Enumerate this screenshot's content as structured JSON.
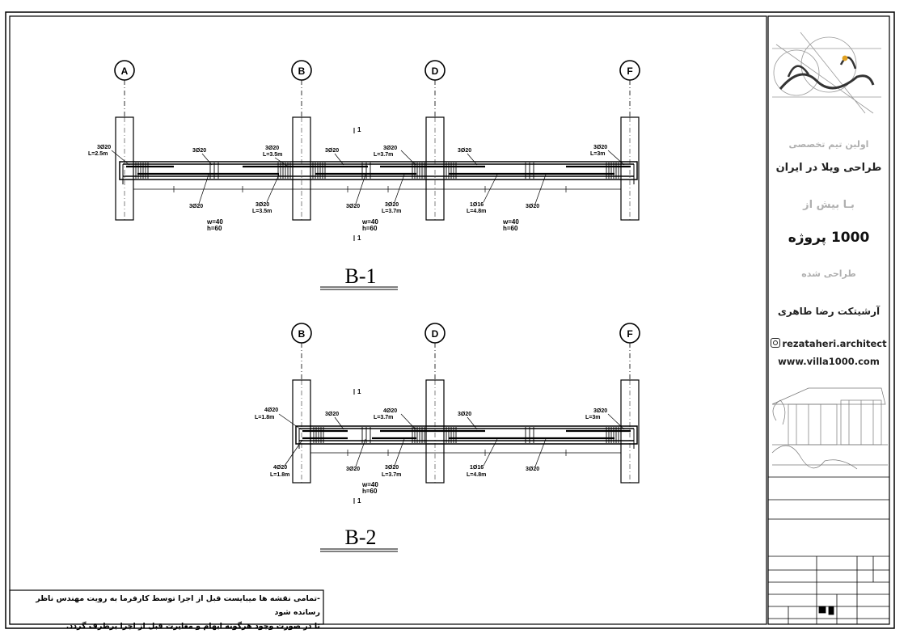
{
  "drawing": {
    "section_1": {
      "title": "B-1",
      "axes": [
        "A",
        "B",
        "D",
        "F"
      ],
      "section_mark": "1",
      "top_bars": [
        {
          "label": "3Ø20",
          "len": "L=2.5m"
        },
        {
          "label": "3Ø20",
          "len": ""
        },
        {
          "label": "3Ø20",
          "len": "L=3.5m"
        },
        {
          "label": "3Ø20",
          "len": ""
        },
        {
          "label": "3Ø20",
          "len": "L=3.7m"
        },
        {
          "label": "3Ø20",
          "len": ""
        },
        {
          "label": "3Ø20",
          "len": "L=3m"
        }
      ],
      "bottom_bars": [
        {
          "label": "3Ø20",
          "len": ""
        },
        {
          "label": "3Ø20",
          "len": "L=3.5m"
        },
        {
          "label": "3Ø20",
          "len": ""
        },
        {
          "label": "3Ø20",
          "len": "L=3.7m"
        },
        {
          "label": "1Ø16",
          "len": "L=4.8m"
        },
        {
          "label": "3Ø20",
          "len": ""
        }
      ],
      "dims": [
        {
          "w": "w=40",
          "h": "h=60"
        },
        {
          "w": "w=40",
          "h": "h=60"
        },
        {
          "w": "w=40",
          "h": "h=60"
        }
      ]
    },
    "section_2": {
      "title": "B-2",
      "axes": [
        "B",
        "D",
        "F"
      ],
      "section_mark": "1",
      "top_bars": [
        {
          "label": "4Ø20",
          "len": "L=1.8m"
        },
        {
          "label": "3Ø20",
          "len": ""
        },
        {
          "label": "4Ø20",
          "len": "L=3.7m"
        },
        {
          "label": "3Ø20",
          "len": ""
        },
        {
          "label": "3Ø20",
          "len": "L=3m"
        }
      ],
      "bottom_bars": [
        {
          "label": "4Ø20",
          "len": "L=1.8m"
        },
        {
          "label": "3Ø20",
          "len": ""
        },
        {
          "label": "3Ø20",
          "len": "L=3.7m"
        },
        {
          "label": "1Ø16",
          "len": "L=4.8m"
        },
        {
          "label": "3Ø20",
          "len": ""
        }
      ],
      "dims": [
        {
          "w": "w=40",
          "h": "h=60"
        }
      ]
    }
  },
  "note": {
    "line1": "-تمامی نقشه ها میبایست قبل از اجرا توسط کارفرما به رویت مهندس ناظر رسانده شود",
    "line2": "تا در صورت وجود هرگونه ابهام و مغایرت قبل از اجرا برطرف گردد."
  },
  "brand": {
    "line1": "اولین تیم تخصصی",
    "line2": "طراحی ویلا در ایران",
    "line3": "بـا بیش از",
    "line4": "1000 پروژه",
    "line5": "طراحی شده",
    "line6": "آرشیتکت رضا طاهری",
    "instagram": "rezataheri.architect",
    "website": "www.villa1000.com"
  },
  "colors": {
    "ink": "#000000",
    "brand_gray": "#b0b0b0"
  }
}
